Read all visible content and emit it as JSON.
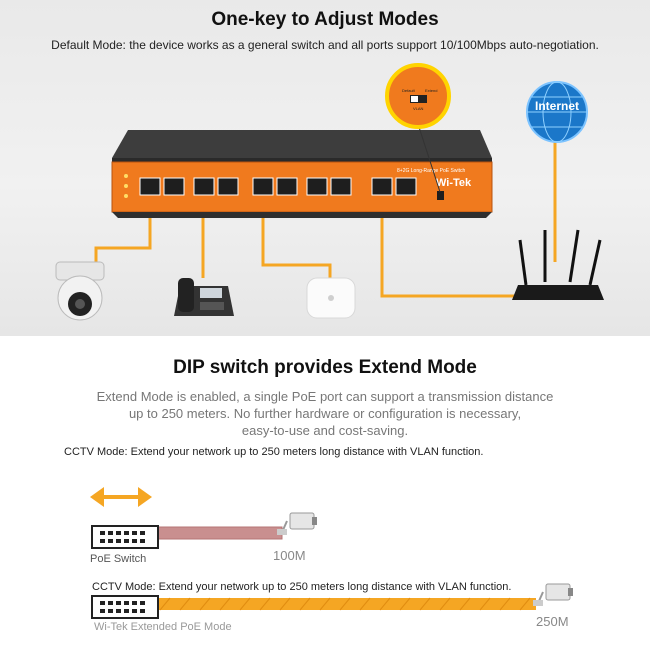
{
  "top": {
    "title": "One-key to Adjust Modes",
    "subtitle": "Default Mode: the device works as a general switch and all ports support 10/100Mbps auto-negotiation.",
    "switch_model": "8+2G Long-Range PoE Switch",
    "brand": "Wi-Tek",
    "dip_default_label": "Default",
    "dip_extend_label": "Extend",
    "dip_vlan_label": "VLAN",
    "internet_label": "Internet"
  },
  "bottom": {
    "title": "DIP switch provides Extend Mode",
    "paragraph_lines": [
      "Extend Mode is enabled, a single PoE port can support a transmission distance",
      "up to 250 meters. No further hardware or configuration is necessary,",
      "easy-to-use and cost-saving."
    ],
    "cctv_line_1": "CCTV Mode: Extend your  network up to 250 meters long distance with VLAN function.",
    "cctv_line_2": "CCTV Mode: Extend your  network up to 250 meters long distance with VLAN function.",
    "poe_switch_label": "PoE Switch",
    "distance_1": "100M",
    "extended_mode_label": "Wi-Tek Extended PoE Mode",
    "distance_2": "250M"
  },
  "colors": {
    "accent_orange": "#f5a623",
    "switch_orange": "#f07a1e",
    "cable_pink": "#c98f8f"
  }
}
